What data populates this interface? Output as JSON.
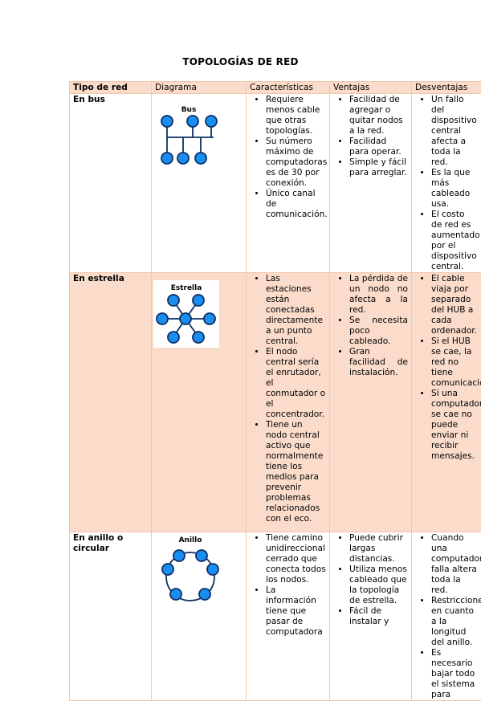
{
  "document": {
    "title": "TOPOLOGÍAS DE RED"
  },
  "table": {
    "headers": [
      "Tipo de red",
      "Diagrama",
      "Características",
      "Ventajas",
      "Desventajas"
    ],
    "rows": [
      {
        "type": "En bus",
        "diagram_label": "Bus",
        "diagram_icon": "bus-topology-icon",
        "features": [
          "Requiere menos cable que otras topologías.",
          "Su número máximo de computadoras es de 30 por conexión.",
          "Único canal de comunicación."
        ],
        "advantages": [
          "Facilidad de agregar o quitar nodos a la red.",
          "Facilidad para operar.",
          "Simple y fácil para arreglar."
        ],
        "disadvantages": [
          "Un fallo del dispositivo central afecta a toda la red.",
          "Es la que más cableado usa.",
          "El costo de red es aumentado por el dispositivo central."
        ]
      },
      {
        "type": "En estrella",
        "diagram_label": "Estrella",
        "diagram_icon": "star-topology-icon",
        "features": [
          "Las estaciones están conectadas directamente a un punto central.",
          "El nodo central sería el enrutador, el conmutador o el concentrador.",
          "Tiene un nodo central activo que normalmente tiene los medios para prevenir problemas relacionados con el eco."
        ],
        "advantages": [
          "La pérdida de un nodo no afecta a la red.",
          "Se necesita poco cableado.",
          "Gran facilidad de instalación."
        ],
        "disadvantages": [
          "El cable viaja por separado del HUB a cada ordenador.",
          "Si el HUB se cae, la red no tiene comunicación.",
          "Si una computadora se cae no puede enviar ni recibir mensajes."
        ]
      },
      {
        "type": "En anillo o circular",
        "diagram_label": "Anillo",
        "diagram_icon": "ring-topology-icon",
        "features": [
          "Tiene camino unidireccional cerrado que conecta todos los nodos.",
          "La información tiene que pasar de computadora"
        ],
        "advantages": [
          "Puede cubrir largas distancias.",
          "Utiliza menos cableado que la topología de estrella.",
          "Fácil de instalar y"
        ],
        "disadvantages": [
          "Cuando una computadora falla altera toda la red.",
          "Restricciones en cuanto a la longitud del anillo.",
          "Es necesario bajar todo el sistema para"
        ]
      }
    ]
  },
  "colors": {
    "header_bg": "#fbdccb",
    "row_alt_bg": "#fbdccb",
    "border": "#f3c6ac",
    "node_fill": "#1a8ef0",
    "node_stroke": "#0d2f66"
  }
}
